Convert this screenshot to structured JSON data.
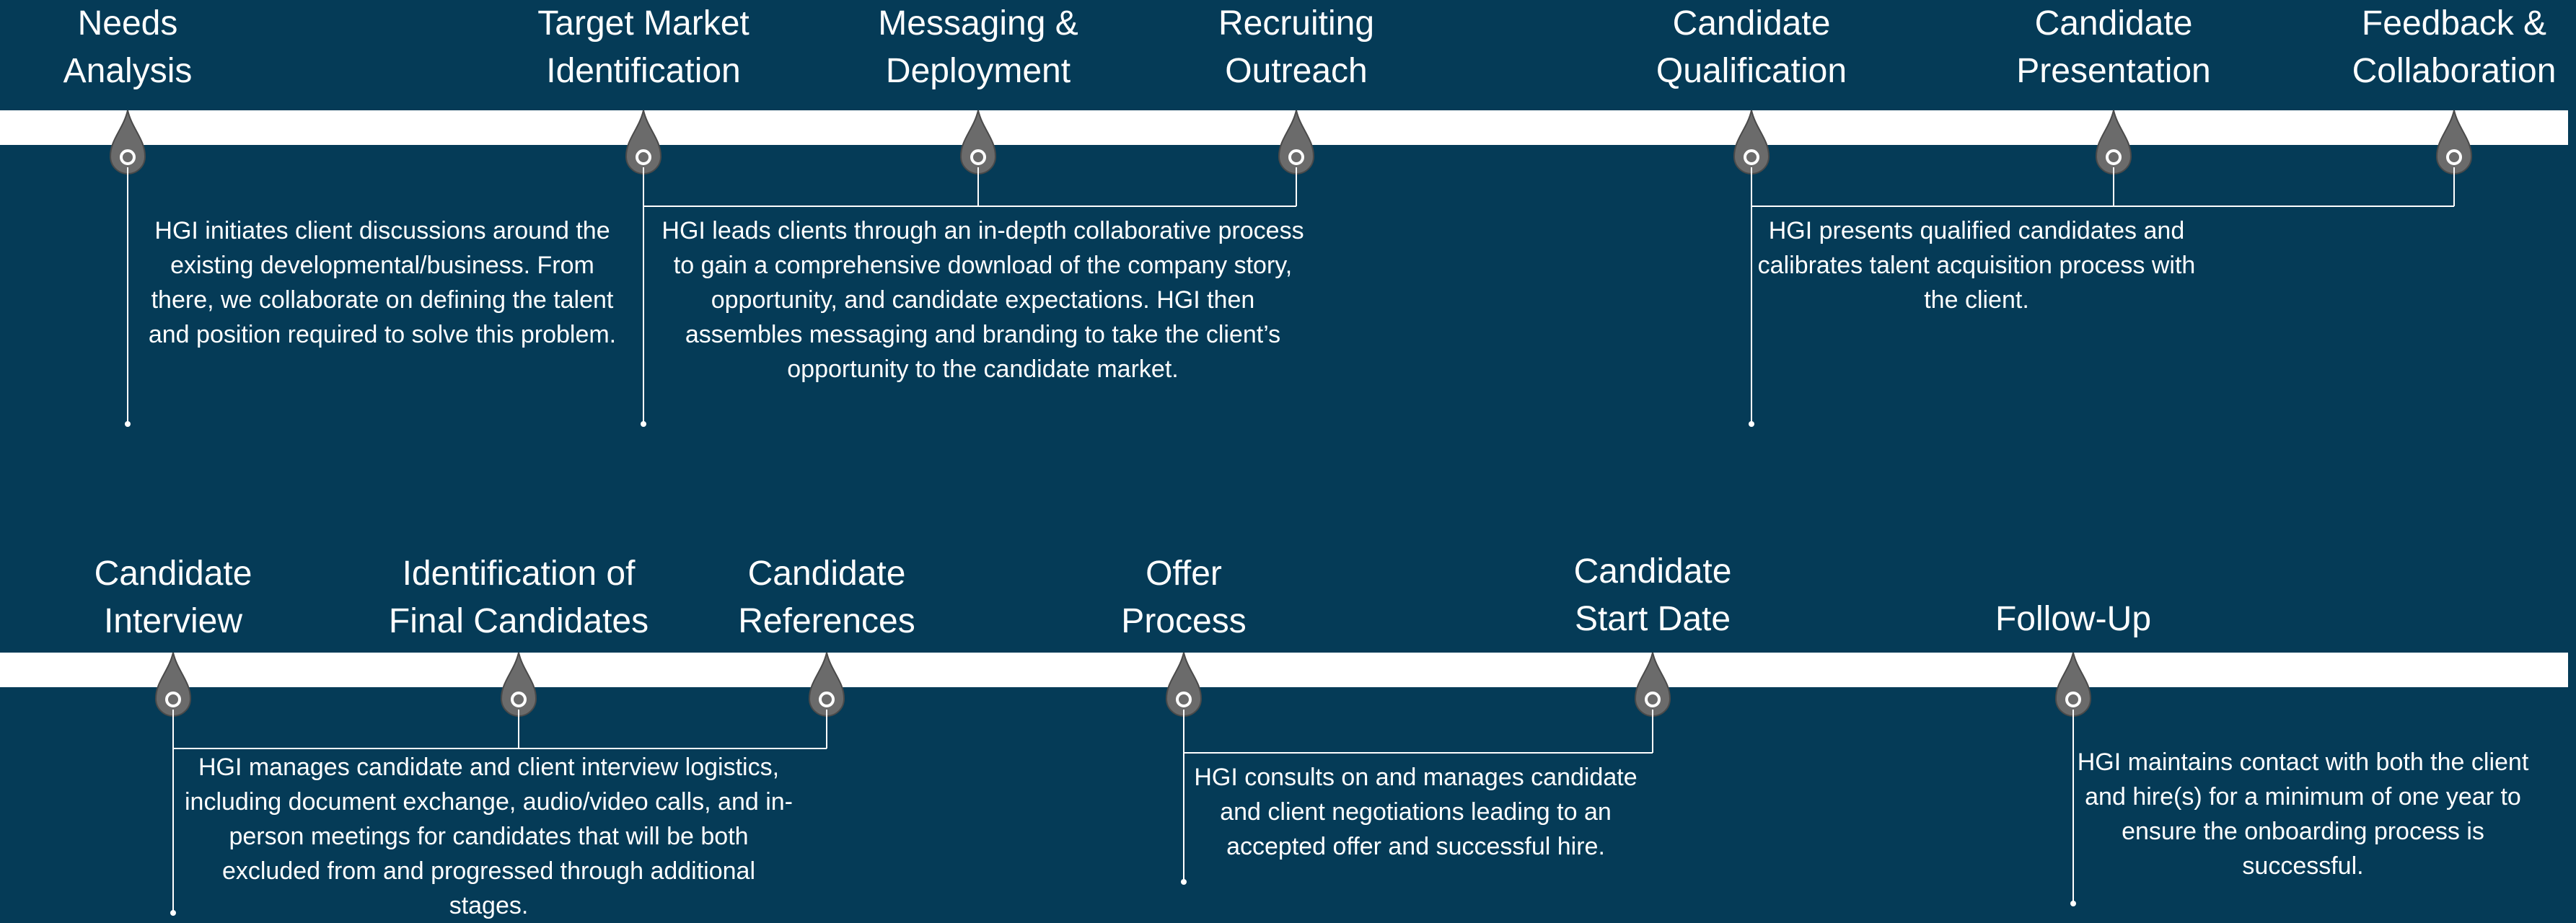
{
  "row1": {
    "steps": [
      {
        "id": "needs-analysis",
        "title": [
          "Needs",
          "Analysis"
        ]
      },
      {
        "id": "target-market-identification",
        "title": [
          "Target Market",
          "Identification"
        ]
      },
      {
        "id": "messaging-deployment",
        "title": [
          "Messaging &",
          "Deployment"
        ]
      },
      {
        "id": "recruiting-outreach",
        "title": [
          "Recruiting",
          "Outreach"
        ]
      },
      {
        "id": "candidate-qualification",
        "title": [
          "Candidate",
          "Qualification"
        ]
      },
      {
        "id": "candidate-presentation",
        "title": [
          "Candidate",
          "Presentation"
        ]
      },
      {
        "id": "feedback-collaboration",
        "title": [
          "Feedback &",
          "Collaboration"
        ]
      }
    ],
    "descriptions": [
      "HGI initiates client discussions around the existing developmental/business. From there, we collaborate on defining the talent and position required to solve this problem.",
      "HGI leads clients through an in-depth collaborative process to gain a comprehensive download of the company story, opportunity, and candidate expectations. HGI then assembles messaging and branding to take the client’s opportunity to the candidate market.",
      "HGI presents qualified candidates and calibrates talent acquisition process with the client."
    ]
  },
  "row2": {
    "steps": [
      {
        "id": "candidate-interview",
        "title": [
          "Candidate",
          "Interview"
        ]
      },
      {
        "id": "identification-of-final-candidates",
        "title": [
          "Identification of",
          "Final Candidates"
        ]
      },
      {
        "id": "candidate-references",
        "title": [
          "Candidate",
          "References"
        ]
      },
      {
        "id": "offer-process",
        "title": [
          "Offer",
          "Process"
        ]
      },
      {
        "id": "candidate-start-date",
        "title": [
          "Candidate",
          "Start Date"
        ]
      },
      {
        "id": "follow-up",
        "title": [
          "Follow-Up"
        ]
      }
    ],
    "descriptions": [
      "HGI manages candidate and client interview logistics, including document exchange, audio/video calls, and in-person meetings for candidates that will be both excluded from and progressed through additional stages.",
      "HGI consults on and manages candidate and client negotiations leading to an accepted offer and successful hire.",
      "HGI maintains contact with both the client and hire(s) for a minimum of one year to ensure the onboarding process is successful."
    ]
  },
  "colors": {
    "background": "#053b57",
    "track": "#ffffff",
    "marker": "#6b6b6b",
    "text": "#ffffff",
    "connector": "#ffffff"
  }
}
